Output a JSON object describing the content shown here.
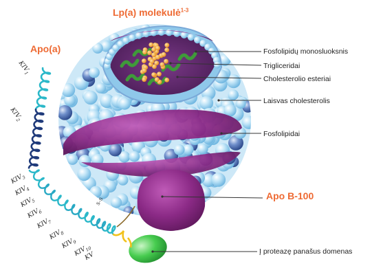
{
  "title": {
    "text": "Lp(a) molekulė",
    "sup": "1-3"
  },
  "apo_a_label": "Apo(a)",
  "apo_b_label": "Apo B-100",
  "labels": {
    "fosfolipidu_monosluoksnis": "Fosfolipidų monosluoksnis",
    "trigliceridai": "Trigliceridai",
    "cholesterolio_esteriai": "Cholesterolio esteriai",
    "laisvas_cholesterolis": "Laisvas cholesterolis",
    "fosfolipidai": "Fosfolipidai",
    "proteaze": "Į proteazę panašus domenas"
  },
  "kringles": [
    {
      "base": "KIV",
      "sub": "1"
    },
    {
      "base": "KIV",
      "sub": "2"
    },
    {
      "base": "KIV",
      "sub": "3"
    },
    {
      "base": "KIV",
      "sub": "4"
    },
    {
      "base": "KIV",
      "sub": "5"
    },
    {
      "base": "KIV",
      "sub": "6"
    },
    {
      "base": "KIV",
      "sub": "7"
    },
    {
      "base": "KIV",
      "sub": "8"
    },
    {
      "base": "KIV",
      "sub": "9"
    },
    {
      "base": "KIV",
      "sub": "10"
    },
    {
      "base": "KV",
      "sub": ""
    }
  ],
  "bond_label": "S–S",
  "colors": {
    "title": "#ee6a33",
    "sphere_light": "#a9d8f2",
    "sphere_dark": "#4a6fb5",
    "purple": "#8b2a86",
    "core": "#6a2c78",
    "lipid_orange": "#f2a531",
    "lipid_green": "#3f9a3a",
    "kringle_navy": "#1f3a7a",
    "kringle_teal": "#2bb8c9",
    "kv_yellow": "#f2c21c",
    "protease_green": "#35c24a"
  }
}
